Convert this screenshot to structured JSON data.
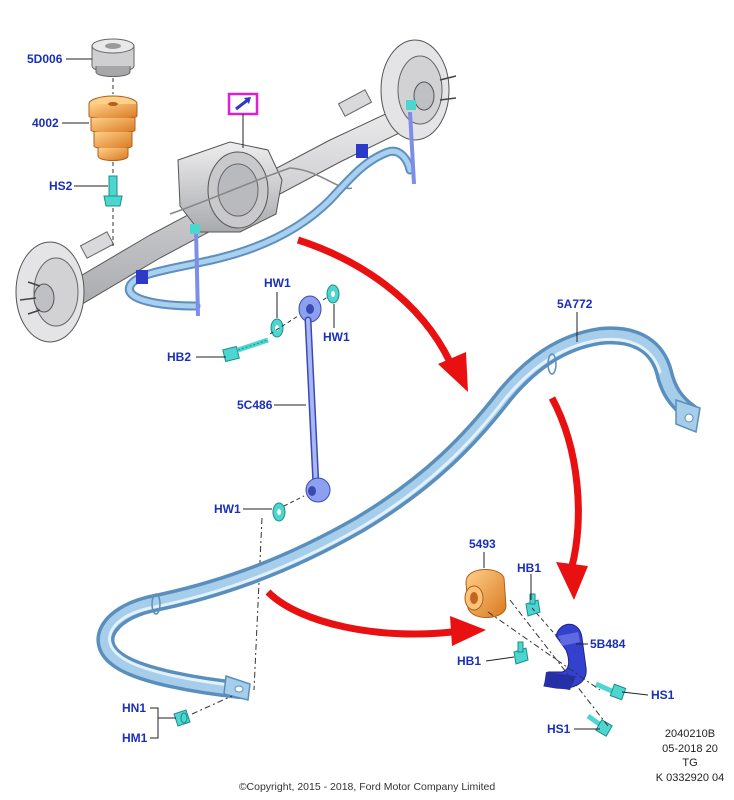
{
  "callouts": {
    "c5d006": "5D006",
    "c4002": "4002",
    "hs2": "HS2",
    "hw1_top": "HW1",
    "hw1_right": "HW1",
    "hb2": "HB2",
    "c5c486": "5C486",
    "hw1_low": "HW1",
    "c5a772": "5A772",
    "c5493": "5493",
    "hb1_top": "HB1",
    "c5b484": "5B484",
    "hb1_left": "HB1",
    "hs1_right": "HS1",
    "hs1_low": "HS1",
    "hn1": "HN1",
    "hm1": "HM1"
  },
  "drawing_meta": {
    "line1": "2040210B",
    "line2": "05-2018 20",
    "line3": "TG",
    "line4": "K 0332920 04"
  },
  "footer": {
    "copyright": "©Copyright, 2015 - 2018, Ford Motor Company Limited"
  },
  "colors": {
    "callout_text": "#1a2fb8",
    "stabilizer_bar": "#7fb0d6",
    "link": "#8c9ff0",
    "fastener": "#4cd6cf",
    "bushing": "#f0a04a",
    "bracket": "#2d3ac8",
    "flow_arrow": "#e81010",
    "axle": "#cfcfd2",
    "highlight_box": "#e01fd0"
  }
}
